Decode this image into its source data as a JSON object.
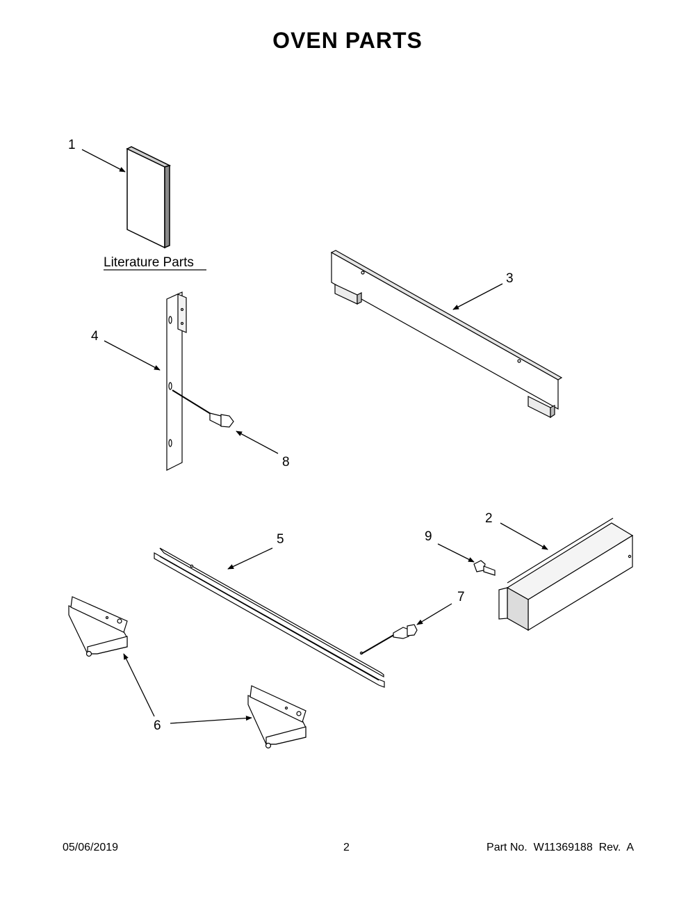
{
  "title": "OVEN  PARTS",
  "literature_label": "Literature Parts",
  "callouts": [
    "1",
    "2",
    "3",
    "4",
    "5",
    "6",
    "7",
    "8",
    "9"
  ],
  "footer": {
    "date": "05/06/2019",
    "page": "2",
    "part": "Part No.  W11369188  Rev.  A"
  }
}
